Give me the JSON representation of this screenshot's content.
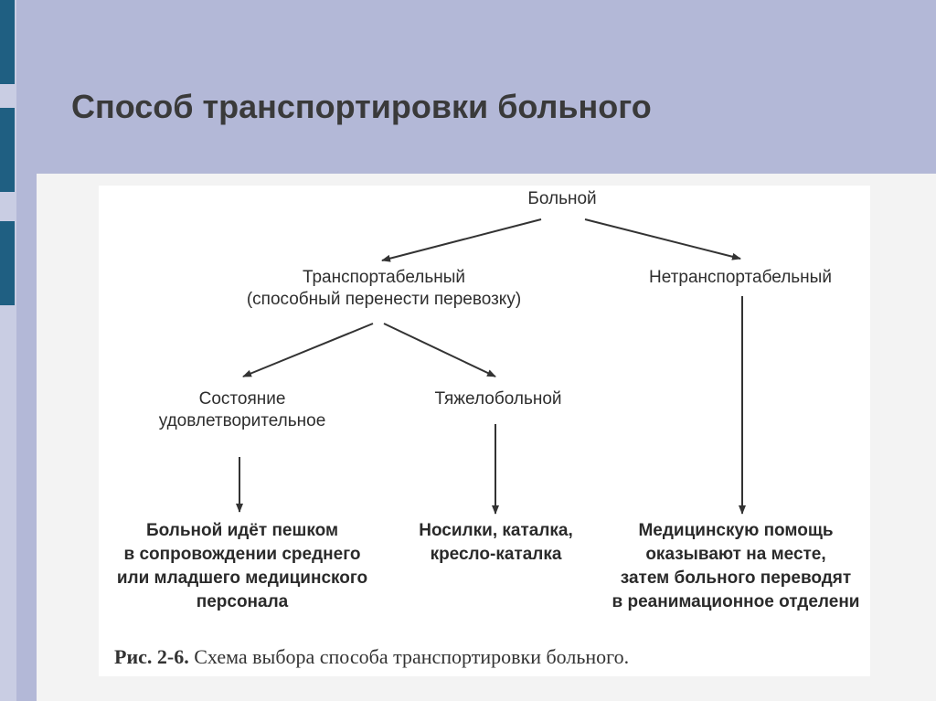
{
  "slide": {
    "title": "Способ транспортировки больного"
  },
  "diagram": {
    "root": "Больной",
    "transportable": {
      "line1": "Транспортабельный",
      "line2": "(способный перенести перевозку)"
    },
    "non_transportable": "Нетранспортабельный",
    "satisfactory": {
      "line1": "Состояние",
      "line2": "удовлетворительное"
    },
    "severe": "Тяжелобольной",
    "walk": {
      "line1": "Больной идёт пешком",
      "line2": "в сопровождении среднего",
      "line3": "или младшего медицинского",
      "line4": "персонала"
    },
    "stretcher": {
      "line1": "Носилки, каталка,",
      "line2": "кресло-каталка"
    },
    "onsite": {
      "line1": "Медицинскую помощь",
      "line2": "оказывают на месте,",
      "line3": "затем больного переводят",
      "line4": "в реанимационное отделени"
    }
  },
  "caption": {
    "label": "Рис. 2-6.",
    "text": "Схема выбора способа транспортировки больного."
  }
}
